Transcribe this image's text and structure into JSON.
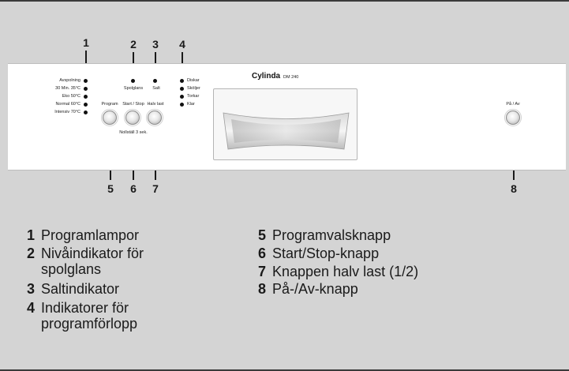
{
  "panel": {
    "brand": "Cylinda",
    "model": "DM 240",
    "program_lamps": [
      "Avspolning",
      "30 Min. 35°C",
      "Eko 50°C",
      "Normal 60°C",
      "Intensiv 70°C"
    ],
    "rinse_aid_label": "Spolglans",
    "salt_label": "Salt",
    "progress_indicators": [
      "Diskar",
      "Sköljer",
      "Torkar",
      "Klar"
    ],
    "program_button_label": "Program",
    "start_stop_label": "Start / Stop",
    "half_load_label": "Halv last",
    "reset_note": "Nollställ 3 sek.",
    "on_off_label": "På / Av"
  },
  "callouts_top": [
    "1",
    "2",
    "3",
    "4"
  ],
  "callouts_bottom": [
    "5",
    "6",
    "7",
    "8"
  ],
  "legend": [
    {
      "num": "1",
      "text": "Programlampor"
    },
    {
      "num": "2",
      "text": "Nivåindikator för spolglans",
      "line1": "Nivåindikator för",
      "line2": "spolglans"
    },
    {
      "num": "3",
      "text": "Saltindikator"
    },
    {
      "num": "4",
      "text": "Indikatorer för programförlopp",
      "line1": "Indikatorer för",
      "line2": "programförlopp"
    },
    {
      "num": "5",
      "text": "Programvalsknapp"
    },
    {
      "num": "6",
      "text": "Start/Stop-knapp"
    },
    {
      "num": "7",
      "text": "Knappen halv last (1/2)"
    },
    {
      "num": "8",
      "text": "På-/Av-knapp"
    }
  ]
}
